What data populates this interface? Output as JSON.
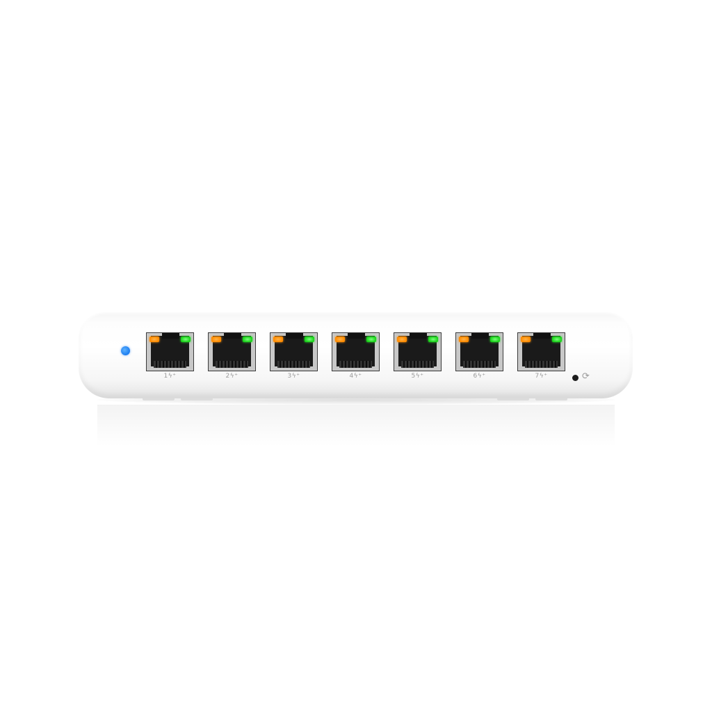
{
  "device": {
    "type": "network switch",
    "status_led_color": "#1b7cf0",
    "ports": [
      {
        "label": "1",
        "poe_symbol": "ϟ+",
        "link_led": "#ff8a00",
        "activity_led": "#19d219"
      },
      {
        "label": "2",
        "poe_symbol": "ϟ+",
        "link_led": "#ff8a00",
        "activity_led": "#19d219"
      },
      {
        "label": "3",
        "poe_symbol": "ϟ+",
        "link_led": "#ff8a00",
        "activity_led": "#19d219"
      },
      {
        "label": "4",
        "poe_symbol": "ϟ+",
        "link_led": "#ff8a00",
        "activity_led": "#19d219"
      },
      {
        "label": "5",
        "poe_symbol": "ϟ+",
        "link_led": "#ff8a00",
        "activity_led": "#19d219"
      },
      {
        "label": "6",
        "poe_symbol": "ϟ+",
        "link_led": "#ff8a00",
        "activity_led": "#19d219"
      },
      {
        "label": "7",
        "poe_symbol": "ϟ+",
        "link_led": "#ff8a00",
        "activity_led": "#19d219"
      }
    ],
    "port_labels": [
      "1ϟ⁺",
      "2ϟ⁺",
      "3ϟ⁺",
      "4ϟ⁺",
      "5ϟ⁺",
      "6ϟ⁺",
      "7ϟ⁺"
    ],
    "reset_icon": "⟳"
  }
}
